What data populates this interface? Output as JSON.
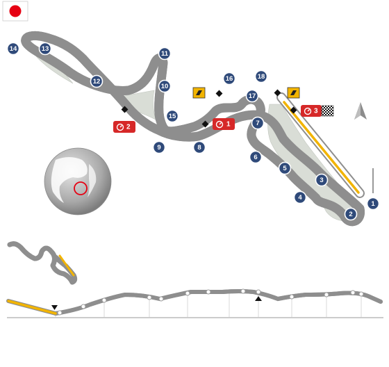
{
  "header": {
    "flag": "japan-flag",
    "flag_colors": {
      "field": "#ffffff",
      "disc": "#e60012"
    }
  },
  "compass": {
    "icon": "north-arrow-icon"
  },
  "turns": [
    {
      "id": "1",
      "label": "1"
    },
    {
      "id": "2",
      "label": "2"
    },
    {
      "id": "3",
      "label": "3"
    },
    {
      "id": "4",
      "label": "4"
    },
    {
      "id": "5",
      "label": "5"
    },
    {
      "id": "6",
      "label": "6"
    },
    {
      "id": "7",
      "label": "7"
    },
    {
      "id": "8",
      "label": "8"
    },
    {
      "id": "9",
      "label": "9"
    },
    {
      "id": "10",
      "label": "10"
    },
    {
      "id": "11",
      "label": "11"
    },
    {
      "id": "12",
      "label": "12"
    },
    {
      "id": "13",
      "label": "13"
    },
    {
      "id": "14",
      "label": "14"
    },
    {
      "id": "15",
      "label": "15"
    },
    {
      "id": "16",
      "label": "16"
    },
    {
      "id": "17",
      "label": "17"
    },
    {
      "id": "18",
      "label": "18"
    }
  ],
  "drs_zones": [
    {
      "id": "1",
      "label": "1",
      "icon": "stopwatch-icon"
    },
    {
      "id": "2",
      "label": "2",
      "icon": "stopwatch-icon"
    },
    {
      "id": "3",
      "label": "3",
      "icon": "stopwatch-icon"
    }
  ],
  "sector_markers": [
    {
      "id": "s1",
      "icon": "sector-flag-icon"
    },
    {
      "id": "s2",
      "icon": "sector-flag-icon"
    }
  ],
  "finish_flag": {
    "icon": "checkered-flag-icon"
  },
  "globe": {
    "icon": "globe-icon",
    "highlight": "japan-location-circle"
  },
  "colors": {
    "track_outline": "#9a9a9a",
    "runoff": "#d9ddd6",
    "accent_yellow": "#f2b400",
    "turn_marker": "#2f4a7a",
    "drs_red": "#d62828",
    "location_ring": "#e60012"
  }
}
